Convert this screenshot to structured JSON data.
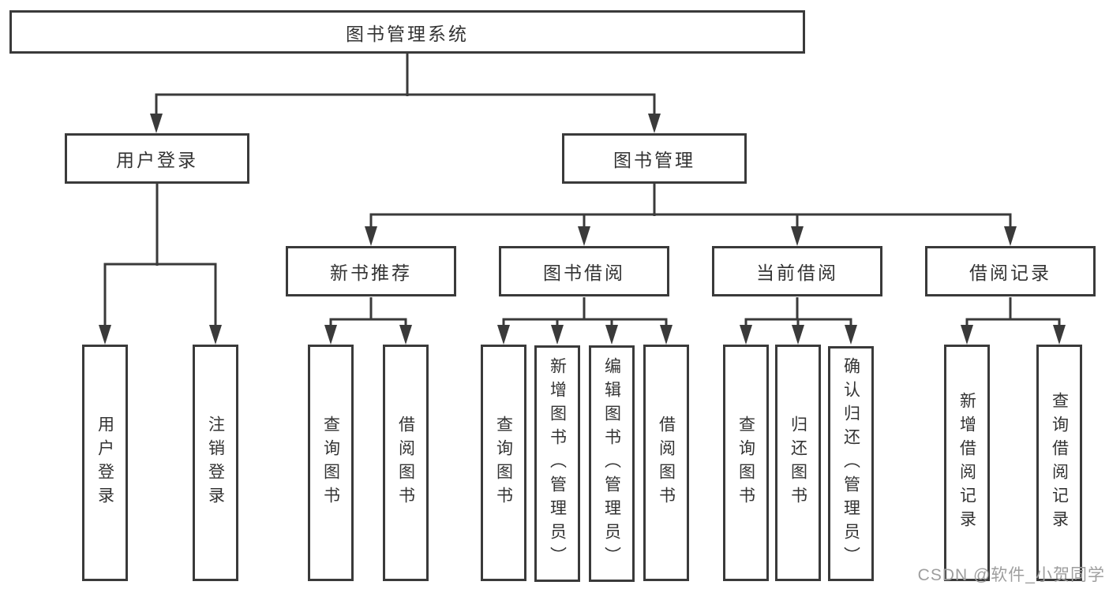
{
  "title": "图书管理系统",
  "watermark": "CSDN @软件_小贺同学",
  "colors": {
    "line": "#3a3a3a",
    "box_border": "#3a3a3a",
    "text": "#333333",
    "watermark": "#9e9e9e",
    "background": "#ffffff"
  },
  "nodes": {
    "root": {
      "label": "图书管理系统"
    },
    "level2": [
      {
        "label": "用户登录"
      },
      {
        "label": "图书管理"
      }
    ],
    "level3": [
      {
        "label": "新书推荐"
      },
      {
        "label": "图书借阅"
      },
      {
        "label": "当前借阅"
      },
      {
        "label": "借阅记录"
      }
    ],
    "leaves": {
      "user_login": [
        "用户登录",
        "注销登录"
      ],
      "new_book": [
        "查询图书",
        "借阅图书"
      ],
      "book_borrow": [
        "查询图书",
        "新增图书（管理员）",
        "编辑图书（管理员）",
        "借阅图书"
      ],
      "current_borrow": [
        "查询图书",
        "归还图书",
        "确认归还（管理员）"
      ],
      "borrow_record": [
        "新增借阅记录",
        "查询借阅记录"
      ]
    }
  }
}
